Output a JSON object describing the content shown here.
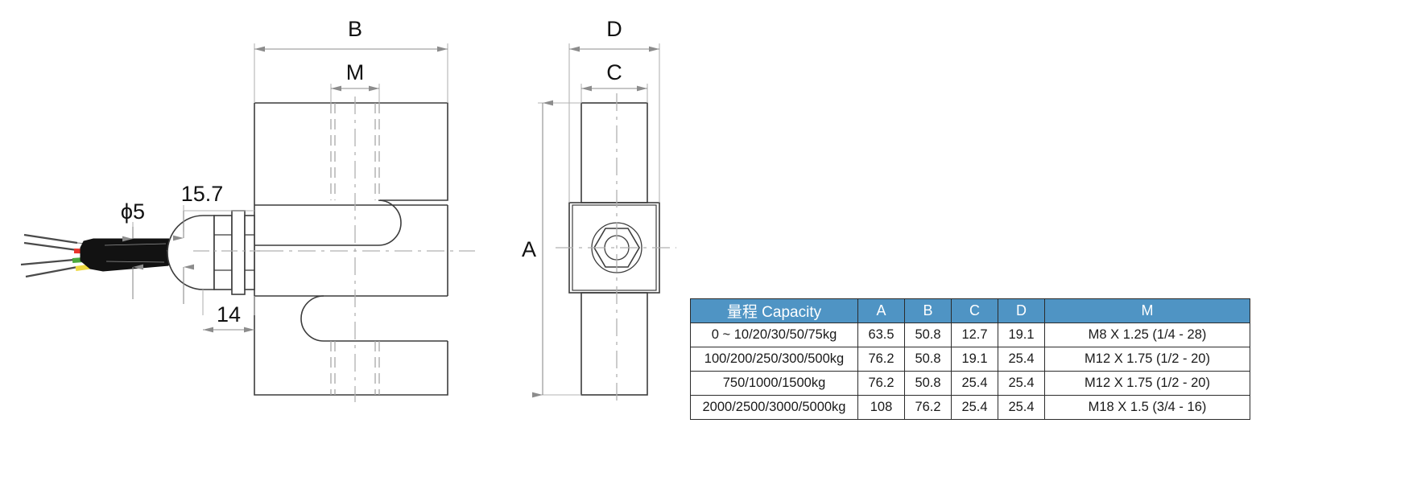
{
  "drawing": {
    "title": "S-Type Load Cell Dimensional Drawing",
    "views": {
      "front": {
        "name": "front-view"
      },
      "side": {
        "name": "side-view"
      },
      "cable": {
        "name": "cable-detail"
      }
    },
    "dimension_labels": {
      "b": "B",
      "m": "M",
      "d": "D",
      "c": "C",
      "a": "A",
      "cable_diameter": "ϕ5",
      "gland_length": "15.7",
      "gland_offset": "14"
    },
    "wire_colors": {
      "white": "#ffffff",
      "red": "#e8352b",
      "green": "#4aa83c",
      "yellow": "#edd940",
      "cable_jacket": "#1a1a1a"
    },
    "line_colors": {
      "outline": "#3c3c3c",
      "dimension": "#999999",
      "hidden": "#a8a8a8",
      "center": "#b0b0b0"
    }
  },
  "table": {
    "header_accent": "#4f94c4",
    "columns": [
      "量程 Capacity",
      "A",
      "B",
      "C",
      "D",
      "M"
    ],
    "rows": [
      {
        "capacity": "0 ~ 10/20/30/50/75kg",
        "a": "63.5",
        "b": "50.8",
        "c": "12.7",
        "d": "19.1",
        "m": "M8 X 1.25 (1/4 - 28)"
      },
      {
        "capacity": "100/200/250/300/500kg",
        "a": "76.2",
        "b": "50.8",
        "c": "19.1",
        "d": "25.4",
        "m": "M12 X 1.75 (1/2 - 20)"
      },
      {
        "capacity": "750/1000/1500kg",
        "a": "76.2",
        "b": "50.8",
        "c": "25.4",
        "d": "25.4",
        "m": "M12 X 1.75 (1/2 - 20)"
      },
      {
        "capacity": "2000/2500/3000/5000kg",
        "a": "108",
        "b": "76.2",
        "c": "25.4",
        "d": "25.4",
        "m": "M18 X 1.5 (3/4 - 16)"
      }
    ]
  }
}
